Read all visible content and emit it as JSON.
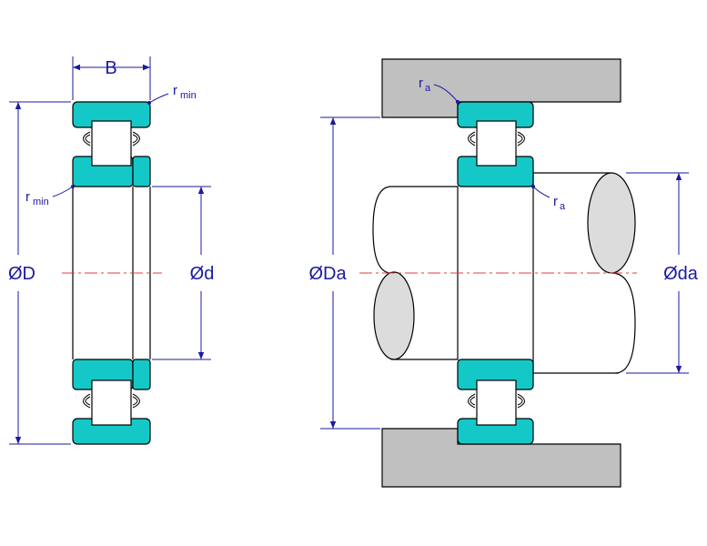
{
  "labels": {
    "B": "B",
    "D": "ØD",
    "d": "Ød",
    "Da": "ØDa",
    "da": "Øda",
    "r_min_top_main": "r",
    "r_min_top_sub": "min",
    "r_min_side_main": "r",
    "r_min_side_sub": "min",
    "ra_top_main": "r",
    "ra_top_sub": "a",
    "ra_side_main": "r",
    "ra_side_sub": "a"
  },
  "colors": {
    "ring": "#14c8c8",
    "housing": "#c0c0c0",
    "shaft_end": "#dcdcdc",
    "outline": "#000000",
    "dimension": "#1a1aa0",
    "centerline": "#e04040"
  }
}
